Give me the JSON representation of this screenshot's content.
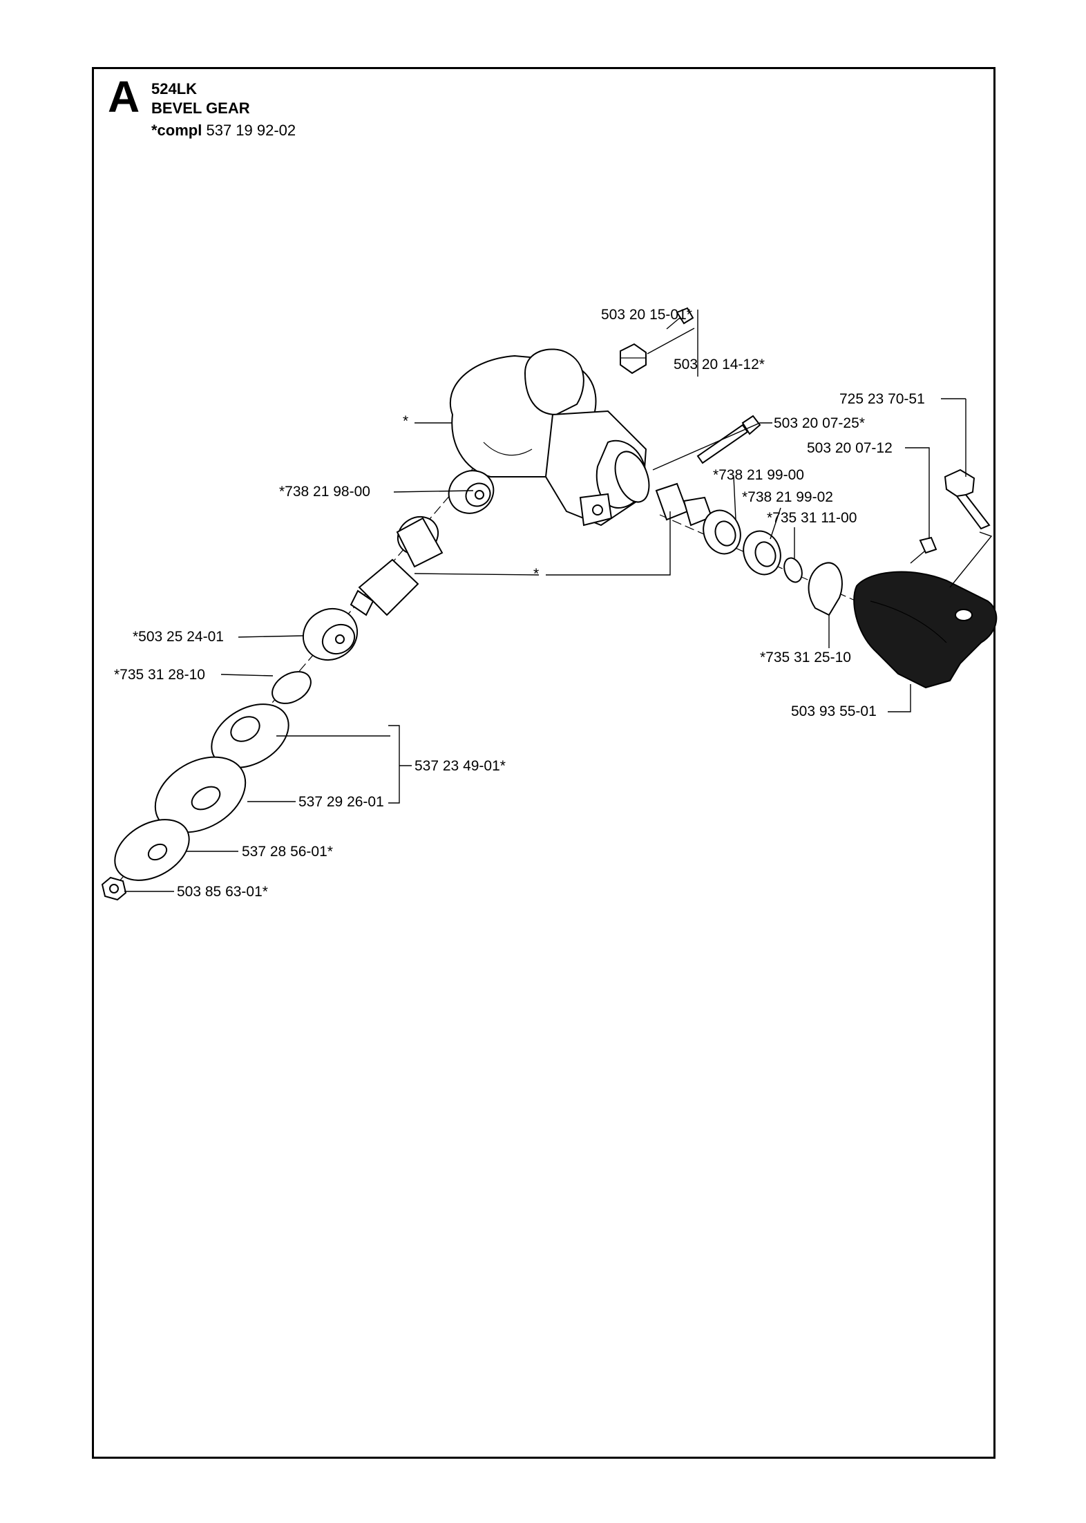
{
  "section": {
    "letter": "A",
    "model": "524LK",
    "title": "BEVEL GEAR",
    "compl_label": "*compl",
    "compl_number": "537 19 92-02"
  },
  "labels": {
    "l1": "503 20 15-01*",
    "l2": "503 20 14-12*",
    "l3": "725 23 70-51",
    "l4": "*",
    "l5": "503 20 07-25*",
    "l6": "503 20 07-12",
    "l7": "*738 21 98-00",
    "l8": "*738 21 99-00",
    "l9": "*738 21 99-02",
    "l10": "*735 31 11-00",
    "l11": "*",
    "l12": "*503 25 24-01",
    "l13": "*735 31 25-10",
    "l14": "*735 31 28-10",
    "l15": "503 93 55-01",
    "l16": "537 23 49-01*",
    "l17": "537 29 26-01",
    "l18": "537 28 56-01*",
    "l19": "503 85 63-01*"
  }
}
